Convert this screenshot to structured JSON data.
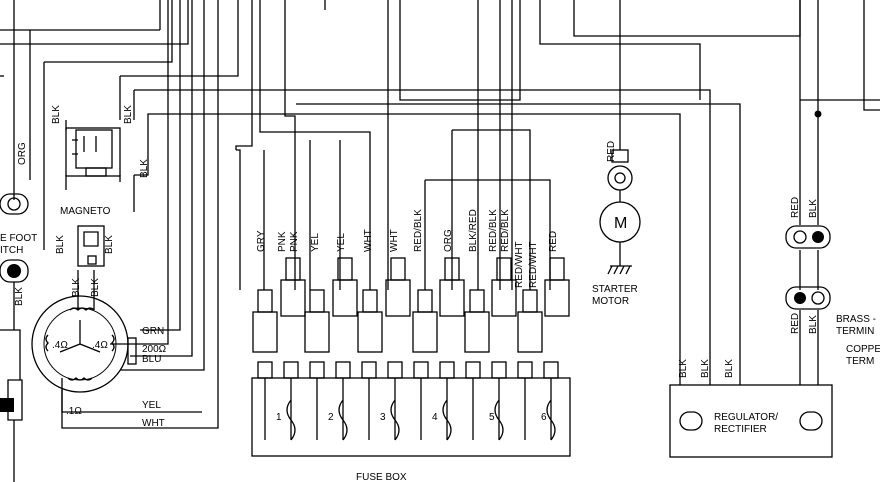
{
  "labels": {
    "magneto": "MAGNETO",
    "foot_switch_a": "E FOOT",
    "foot_switch_b": "ITCH",
    "starter_a": "STARTER",
    "starter_b": "MOTOR",
    "motor_m": "M",
    "fuse_box": "FUSE BOX",
    "regulator_a": "REGULATOR/",
    "regulator_b": "RECTIFIER",
    "brass_a": "BRASS -",
    "brass_b": "TERMIN",
    "copper_a": "COPPE",
    "copper_b": "TERM",
    "res_200": "200Ω",
    "res_4a": ".4Ω",
    "res_4b": ".4Ω",
    "res_1": ".1Ω"
  },
  "wires": {
    "orgL": "ORG",
    "blk1": "BLK",
    "blk2": "BLK",
    "blk3": "BLK",
    "blk4": "BLK",
    "blk5": "BLK",
    "blkfs": "BLK",
    "blkm1": "BLK",
    "blkm2": "BLK",
    "grn": "GRN",
    "blu": "BLU",
    "yel": "YEL",
    "wht": "WHT",
    "red_starter": "RED",
    "reg1": "BLK",
    "reg2": "BLK",
    "reg3": "BLK",
    "redR1": "RED",
    "blkR1": "BLK",
    "redR2": "RED",
    "blkR2": "BLK"
  },
  "fuse_wires": [
    "GRY",
    "PNK",
    "PNK",
    "YEL",
    "YEL",
    "WHT",
    "WHT",
    "RED/BLK",
    "ORG",
    "BLK/RED",
    "RED/BLK",
    "RED/BLK",
    "RED/WHT",
    "RED/WHT",
    "RED"
  ],
  "fuses": [
    "1",
    "2",
    "3",
    "4",
    "5",
    "6"
  ]
}
